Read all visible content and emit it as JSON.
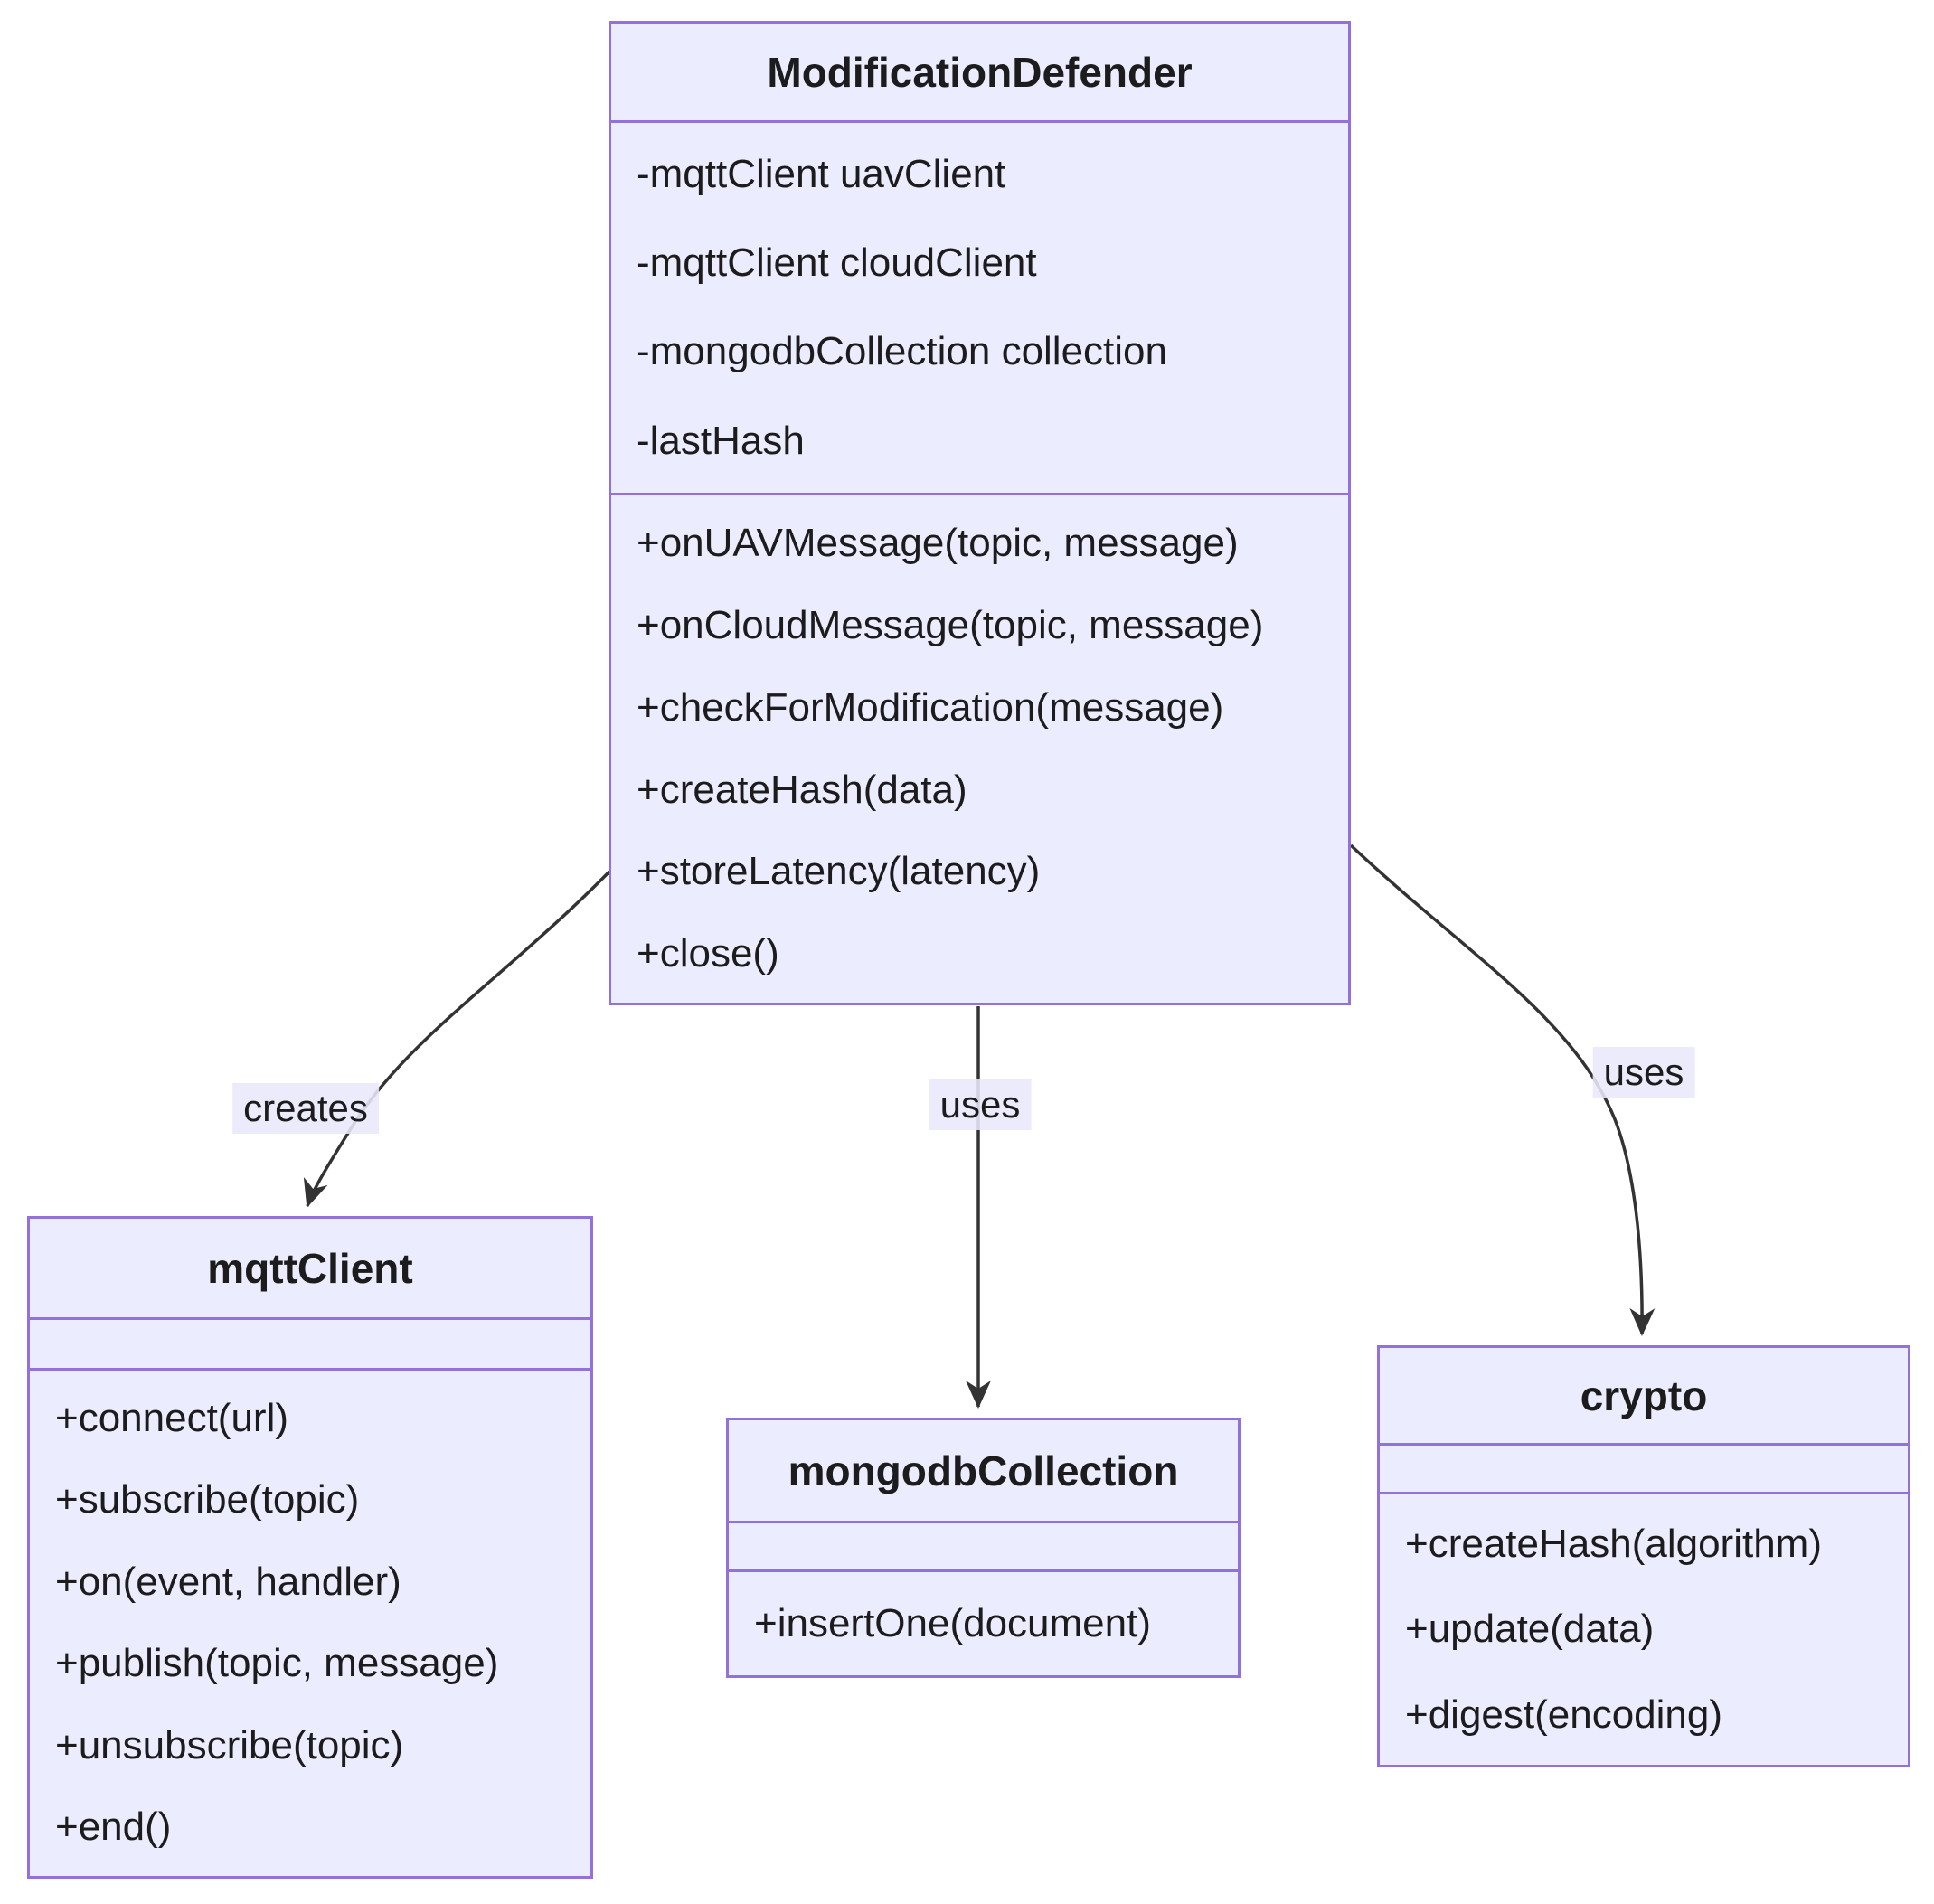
{
  "diagram": {
    "type": "uml-class-diagram",
    "colors": {
      "node_fill": "#ECECFF",
      "node_border": "#9370DB",
      "edge_stroke": "#333333",
      "text": "#1c1c1c",
      "label_background": "#E8E8FA",
      "page_background": "#ffffff"
    }
  },
  "classes": {
    "modification_defender": {
      "title": "ModificationDefender",
      "attributes": [
        "-mqttClient uavClient",
        "-mqttClient cloudClient",
        "-mongodbCollection collection",
        "-lastHash"
      ],
      "methods": [
        "+onUAVMessage(topic, message)",
        "+onCloudMessage(topic, message)",
        "+checkForModification(message)",
        "+createHash(data)",
        "+storeLatency(latency)",
        "+close()"
      ]
    },
    "mqtt_client": {
      "title": "mqttClient",
      "attributes": [],
      "methods": [
        "+connect(url)",
        "+subscribe(topic)",
        "+on(event, handler)",
        "+publish(topic, message)",
        "+unsubscribe(topic)",
        "+end()"
      ]
    },
    "mongodb_collection": {
      "title": "mongodbCollection",
      "attributes": [],
      "methods": [
        "+insertOne(document)"
      ]
    },
    "crypto": {
      "title": "crypto",
      "attributes": [],
      "methods": [
        "+createHash(algorithm)",
        "+update(data)",
        "+digest(encoding)"
      ]
    }
  },
  "edges": [
    {
      "from": "ModificationDefender",
      "to": "mqttClient",
      "label": "creates"
    },
    {
      "from": "ModificationDefender",
      "to": "mongodbCollection",
      "label": "uses"
    },
    {
      "from": "ModificationDefender",
      "to": "crypto",
      "label": "uses"
    }
  ]
}
